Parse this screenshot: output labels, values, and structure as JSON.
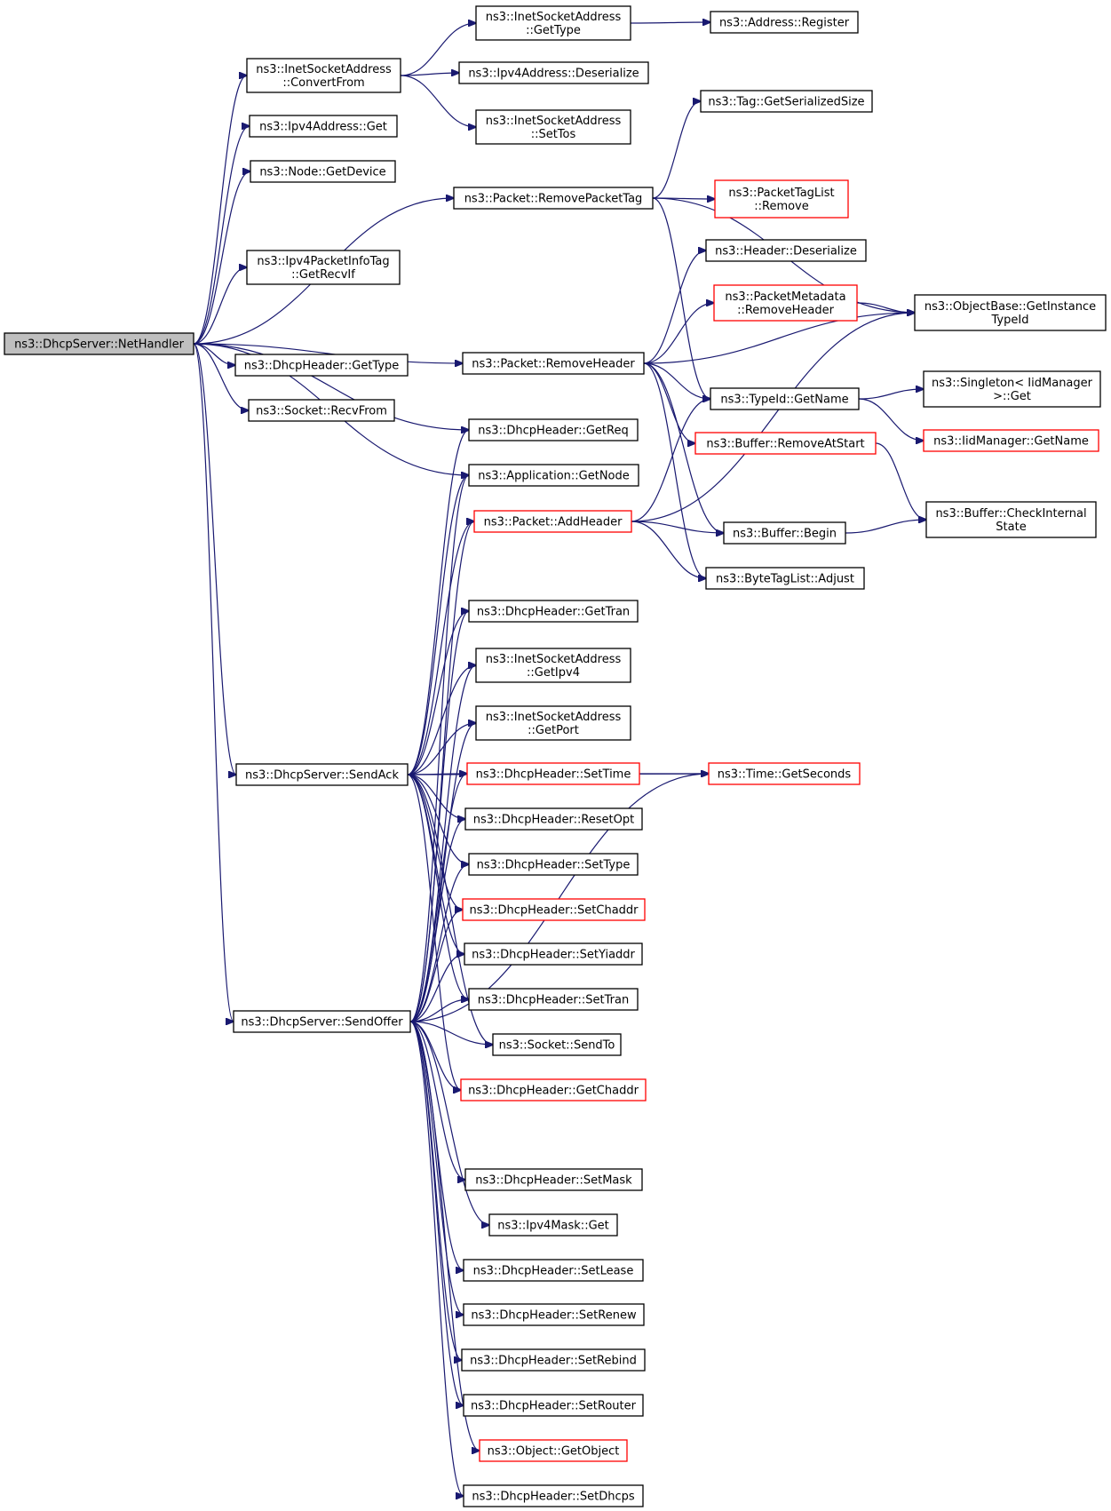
{
  "colors": {
    "edge": "#191970",
    "node_border": "#000000",
    "node_border_truncated": "#ff0000",
    "root_fill": "#bfbfbf",
    "node_fill": "#ffffff"
  },
  "nodes": [
    {
      "id": "netHandler",
      "lines": [
        "ns3::DhcpServer::NetHandler"
      ],
      "root": true
    },
    {
      "id": "convertFrom",
      "lines": [
        "ns3::InetSocketAddress",
        "::ConvertFrom"
      ]
    },
    {
      "id": "ipv4Get",
      "lines": [
        "ns3::Ipv4Address::Get"
      ]
    },
    {
      "id": "nodeGetDevice",
      "lines": [
        "ns3::Node::GetDevice"
      ]
    },
    {
      "id": "getRecvIf",
      "lines": [
        "ns3::Ipv4PacketInfoTag",
        "::GetRecvIf"
      ]
    },
    {
      "id": "dhcpGetType",
      "lines": [
        "ns3::DhcpHeader::GetType"
      ]
    },
    {
      "id": "recvFrom",
      "lines": [
        "ns3::Socket::RecvFrom"
      ]
    },
    {
      "id": "sendAck",
      "lines": [
        "ns3::DhcpServer::SendAck"
      ]
    },
    {
      "id": "sendOffer",
      "lines": [
        "ns3::DhcpServer::SendOffer"
      ]
    },
    {
      "id": "inetGetType",
      "lines": [
        "ns3::InetSocketAddress",
        "::GetType"
      ]
    },
    {
      "id": "ipv4Deserialize",
      "lines": [
        "ns3::Ipv4Address::Deserialize"
      ]
    },
    {
      "id": "setTos",
      "lines": [
        "ns3::InetSocketAddress",
        "::SetTos"
      ]
    },
    {
      "id": "removePacketTag",
      "lines": [
        "ns3::Packet::RemovePacketTag"
      ]
    },
    {
      "id": "removeHeader",
      "lines": [
        "ns3::Packet::RemoveHeader"
      ]
    },
    {
      "id": "getReq",
      "lines": [
        "ns3::DhcpHeader::GetReq"
      ]
    },
    {
      "id": "appGetNode",
      "lines": [
        "ns3::Application::GetNode"
      ]
    },
    {
      "id": "addHeader",
      "lines": [
        "ns3::Packet::AddHeader"
      ],
      "truncated": true
    },
    {
      "id": "getTran",
      "lines": [
        "ns3::DhcpHeader::GetTran"
      ]
    },
    {
      "id": "getIpv4",
      "lines": [
        "ns3::InetSocketAddress",
        "::GetIpv4"
      ]
    },
    {
      "id": "getPort",
      "lines": [
        "ns3::InetSocketAddress",
        "::GetPort"
      ]
    },
    {
      "id": "setTime",
      "lines": [
        "ns3::DhcpHeader::SetTime"
      ],
      "truncated": true
    },
    {
      "id": "resetOpt",
      "lines": [
        "ns3::DhcpHeader::ResetOpt"
      ]
    },
    {
      "id": "setType",
      "lines": [
        "ns3::DhcpHeader::SetType"
      ]
    },
    {
      "id": "setChaddr",
      "lines": [
        "ns3::DhcpHeader::SetChaddr"
      ],
      "truncated": true
    },
    {
      "id": "setYiaddr",
      "lines": [
        "ns3::DhcpHeader::SetYiaddr"
      ]
    },
    {
      "id": "setTran",
      "lines": [
        "ns3::DhcpHeader::SetTran"
      ]
    },
    {
      "id": "sendTo",
      "lines": [
        "ns3::Socket::SendTo"
      ]
    },
    {
      "id": "getChaddr",
      "lines": [
        "ns3::DhcpHeader::GetChaddr"
      ],
      "truncated": true
    },
    {
      "id": "setMask",
      "lines": [
        "ns3::DhcpHeader::SetMask"
      ]
    },
    {
      "id": "maskGet",
      "lines": [
        "ns3::Ipv4Mask::Get"
      ]
    },
    {
      "id": "setLease",
      "lines": [
        "ns3::DhcpHeader::SetLease"
      ]
    },
    {
      "id": "setRenew",
      "lines": [
        "ns3::DhcpHeader::SetRenew"
      ]
    },
    {
      "id": "setRebind",
      "lines": [
        "ns3::DhcpHeader::SetRebind"
      ]
    },
    {
      "id": "setRouter",
      "lines": [
        "ns3::DhcpHeader::SetRouter"
      ]
    },
    {
      "id": "getObject",
      "lines": [
        "ns3::Object::GetObject"
      ],
      "truncated": true
    },
    {
      "id": "setDhcps",
      "lines": [
        "ns3::DhcpHeader::SetDhcps"
      ]
    },
    {
      "id": "addressRegister",
      "lines": [
        "ns3::Address::Register"
      ]
    },
    {
      "id": "tagGetSerializedSize",
      "lines": [
        "ns3::Tag::GetSerializedSize"
      ]
    },
    {
      "id": "packetTagListRemove",
      "lines": [
        "ns3::PacketTagList",
        "::Remove"
      ],
      "truncated": true
    },
    {
      "id": "headerDeserialize",
      "lines": [
        "ns3::Header::Deserialize"
      ]
    },
    {
      "id": "metadataRemoveHeader",
      "lines": [
        "ns3::PacketMetadata",
        "::RemoveHeader"
      ],
      "truncated": true
    },
    {
      "id": "typeIdGetName",
      "lines": [
        "ns3::TypeId::GetName"
      ]
    },
    {
      "id": "removeAtStart",
      "lines": [
        "ns3::Buffer::RemoveAtStart"
      ],
      "truncated": true
    },
    {
      "id": "bufferBegin",
      "lines": [
        "ns3::Buffer::Begin"
      ]
    },
    {
      "id": "byteTagListAdjust",
      "lines": [
        "ns3::ByteTagList::Adjust"
      ]
    },
    {
      "id": "timeGetSeconds",
      "lines": [
        "ns3::Time::GetSeconds"
      ],
      "truncated": true
    },
    {
      "id": "getInstanceTypeId",
      "lines": [
        "ns3::ObjectBase::GetInstance",
        "TypeId"
      ]
    },
    {
      "id": "singletonGet",
      "lines": [
        "ns3::Singleton< IidManager",
        ">::Get"
      ]
    },
    {
      "id": "iidManagerGetName",
      "lines": [
        "ns3::IidManager::GetName"
      ],
      "truncated": true
    },
    {
      "id": "checkInternalState",
      "lines": [
        "ns3::Buffer::CheckInternal",
        "State"
      ]
    }
  ],
  "edges": [
    [
      "netHandler",
      "convertFrom"
    ],
    [
      "netHandler",
      "ipv4Get"
    ],
    [
      "netHandler",
      "nodeGetDevice"
    ],
    [
      "netHandler",
      "removePacketTag"
    ],
    [
      "netHandler",
      "getRecvIf"
    ],
    [
      "netHandler",
      "dhcpGetType"
    ],
    [
      "netHandler",
      "removeHeader"
    ],
    [
      "netHandler",
      "recvFrom"
    ],
    [
      "netHandler",
      "getReq"
    ],
    [
      "netHandler",
      "appGetNode"
    ],
    [
      "netHandler",
      "sendAck"
    ],
    [
      "netHandler",
      "sendOffer"
    ],
    [
      "convertFrom",
      "inetGetType"
    ],
    [
      "convertFrom",
      "ipv4Deserialize"
    ],
    [
      "convertFrom",
      "setTos"
    ],
    [
      "inetGetType",
      "addressRegister"
    ],
    [
      "removePacketTag",
      "tagGetSerializedSize"
    ],
    [
      "removePacketTag",
      "getInstanceTypeId"
    ],
    [
      "removePacketTag",
      "packetTagListRemove"
    ],
    [
      "removePacketTag",
      "typeIdGetName"
    ],
    [
      "removeHeader",
      "headerDeserialize"
    ],
    [
      "removeHeader",
      "metadataRemoveHeader"
    ],
    [
      "removeHeader",
      "getInstanceTypeId"
    ],
    [
      "removeHeader",
      "typeIdGetName"
    ],
    [
      "removeHeader",
      "removeAtStart"
    ],
    [
      "removeHeader",
      "bufferBegin"
    ],
    [
      "removeHeader",
      "byteTagListAdjust"
    ],
    [
      "metadataRemoveHeader",
      "getInstanceTypeId"
    ],
    [
      "typeIdGetName",
      "singletonGet"
    ],
    [
      "typeIdGetName",
      "iidManagerGetName"
    ],
    [
      "removeAtStart",
      "checkInternalState"
    ],
    [
      "bufferBegin",
      "checkInternalState"
    ],
    [
      "addHeader",
      "typeIdGetName"
    ],
    [
      "addHeader",
      "getInstanceTypeId"
    ],
    [
      "addHeader",
      "bufferBegin"
    ],
    [
      "addHeader",
      "byteTagListAdjust"
    ],
    [
      "setTime",
      "timeGetSeconds"
    ],
    [
      "sendAck",
      "getReq"
    ],
    [
      "sendAck",
      "appGetNode"
    ],
    [
      "sendAck",
      "addHeader"
    ],
    [
      "sendAck",
      "timeGetSeconds"
    ],
    [
      "sendAck",
      "getTran"
    ],
    [
      "sendAck",
      "getIpv4"
    ],
    [
      "sendAck",
      "getPort"
    ],
    [
      "sendAck",
      "setTime"
    ],
    [
      "sendAck",
      "resetOpt"
    ],
    [
      "sendAck",
      "setType"
    ],
    [
      "sendAck",
      "setChaddr"
    ],
    [
      "sendAck",
      "setYiaddr"
    ],
    [
      "sendAck",
      "setTran"
    ],
    [
      "sendAck",
      "sendTo"
    ],
    [
      "sendAck",
      "getChaddr"
    ],
    [
      "sendOffer",
      "appGetNode"
    ],
    [
      "sendOffer",
      "addHeader"
    ],
    [
      "sendOffer",
      "getTran"
    ],
    [
      "sendOffer",
      "getIpv4"
    ],
    [
      "sendOffer",
      "getPort"
    ],
    [
      "sendOffer",
      "setTime"
    ],
    [
      "sendOffer",
      "resetOpt"
    ],
    [
      "sendOffer",
      "setType"
    ],
    [
      "sendOffer",
      "setChaddr"
    ],
    [
      "sendOffer",
      "setYiaddr"
    ],
    [
      "sendOffer",
      "setTran"
    ],
    [
      "sendOffer",
      "sendTo"
    ],
    [
      "sendOffer",
      "getChaddr"
    ],
    [
      "sendOffer",
      "timeGetSeconds"
    ],
    [
      "sendOffer",
      "setMask"
    ],
    [
      "sendOffer",
      "maskGet"
    ],
    [
      "sendOffer",
      "setLease"
    ],
    [
      "sendOffer",
      "setRenew"
    ],
    [
      "sendOffer",
      "setRebind"
    ],
    [
      "sendOffer",
      "setRouter"
    ],
    [
      "sendOffer",
      "getObject"
    ],
    [
      "sendOffer",
      "setDhcps"
    ]
  ]
}
